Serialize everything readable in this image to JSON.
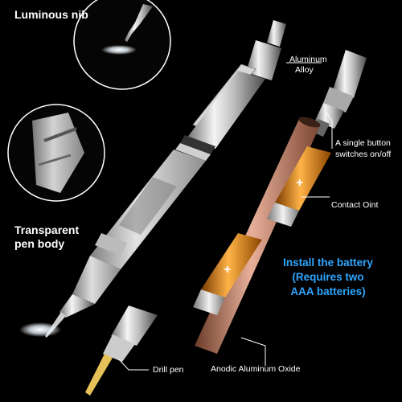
{
  "labels": {
    "luminous_nib": "Luminous nib",
    "transparent_line1": "Transparent",
    "transparent_line2": "pen body",
    "aluminum_line1": "Aluminum",
    "aluminum_line2": "Alloy",
    "button_line1": "A single button",
    "button_line2": "switches on/off",
    "contact": "Contact Oint",
    "install_line1": "Install the battery",
    "install_line2": "(Requires two",
    "install_line3": "AAA batteries)",
    "anodic": "Anodic Aluminum Oxide",
    "drill_pen": "Drill pen"
  },
  "colors": {
    "accent_blue": "#2ea6ff",
    "copper": "#c9866a",
    "battery_gold": "#f08c1a",
    "background": "#000000"
  }
}
